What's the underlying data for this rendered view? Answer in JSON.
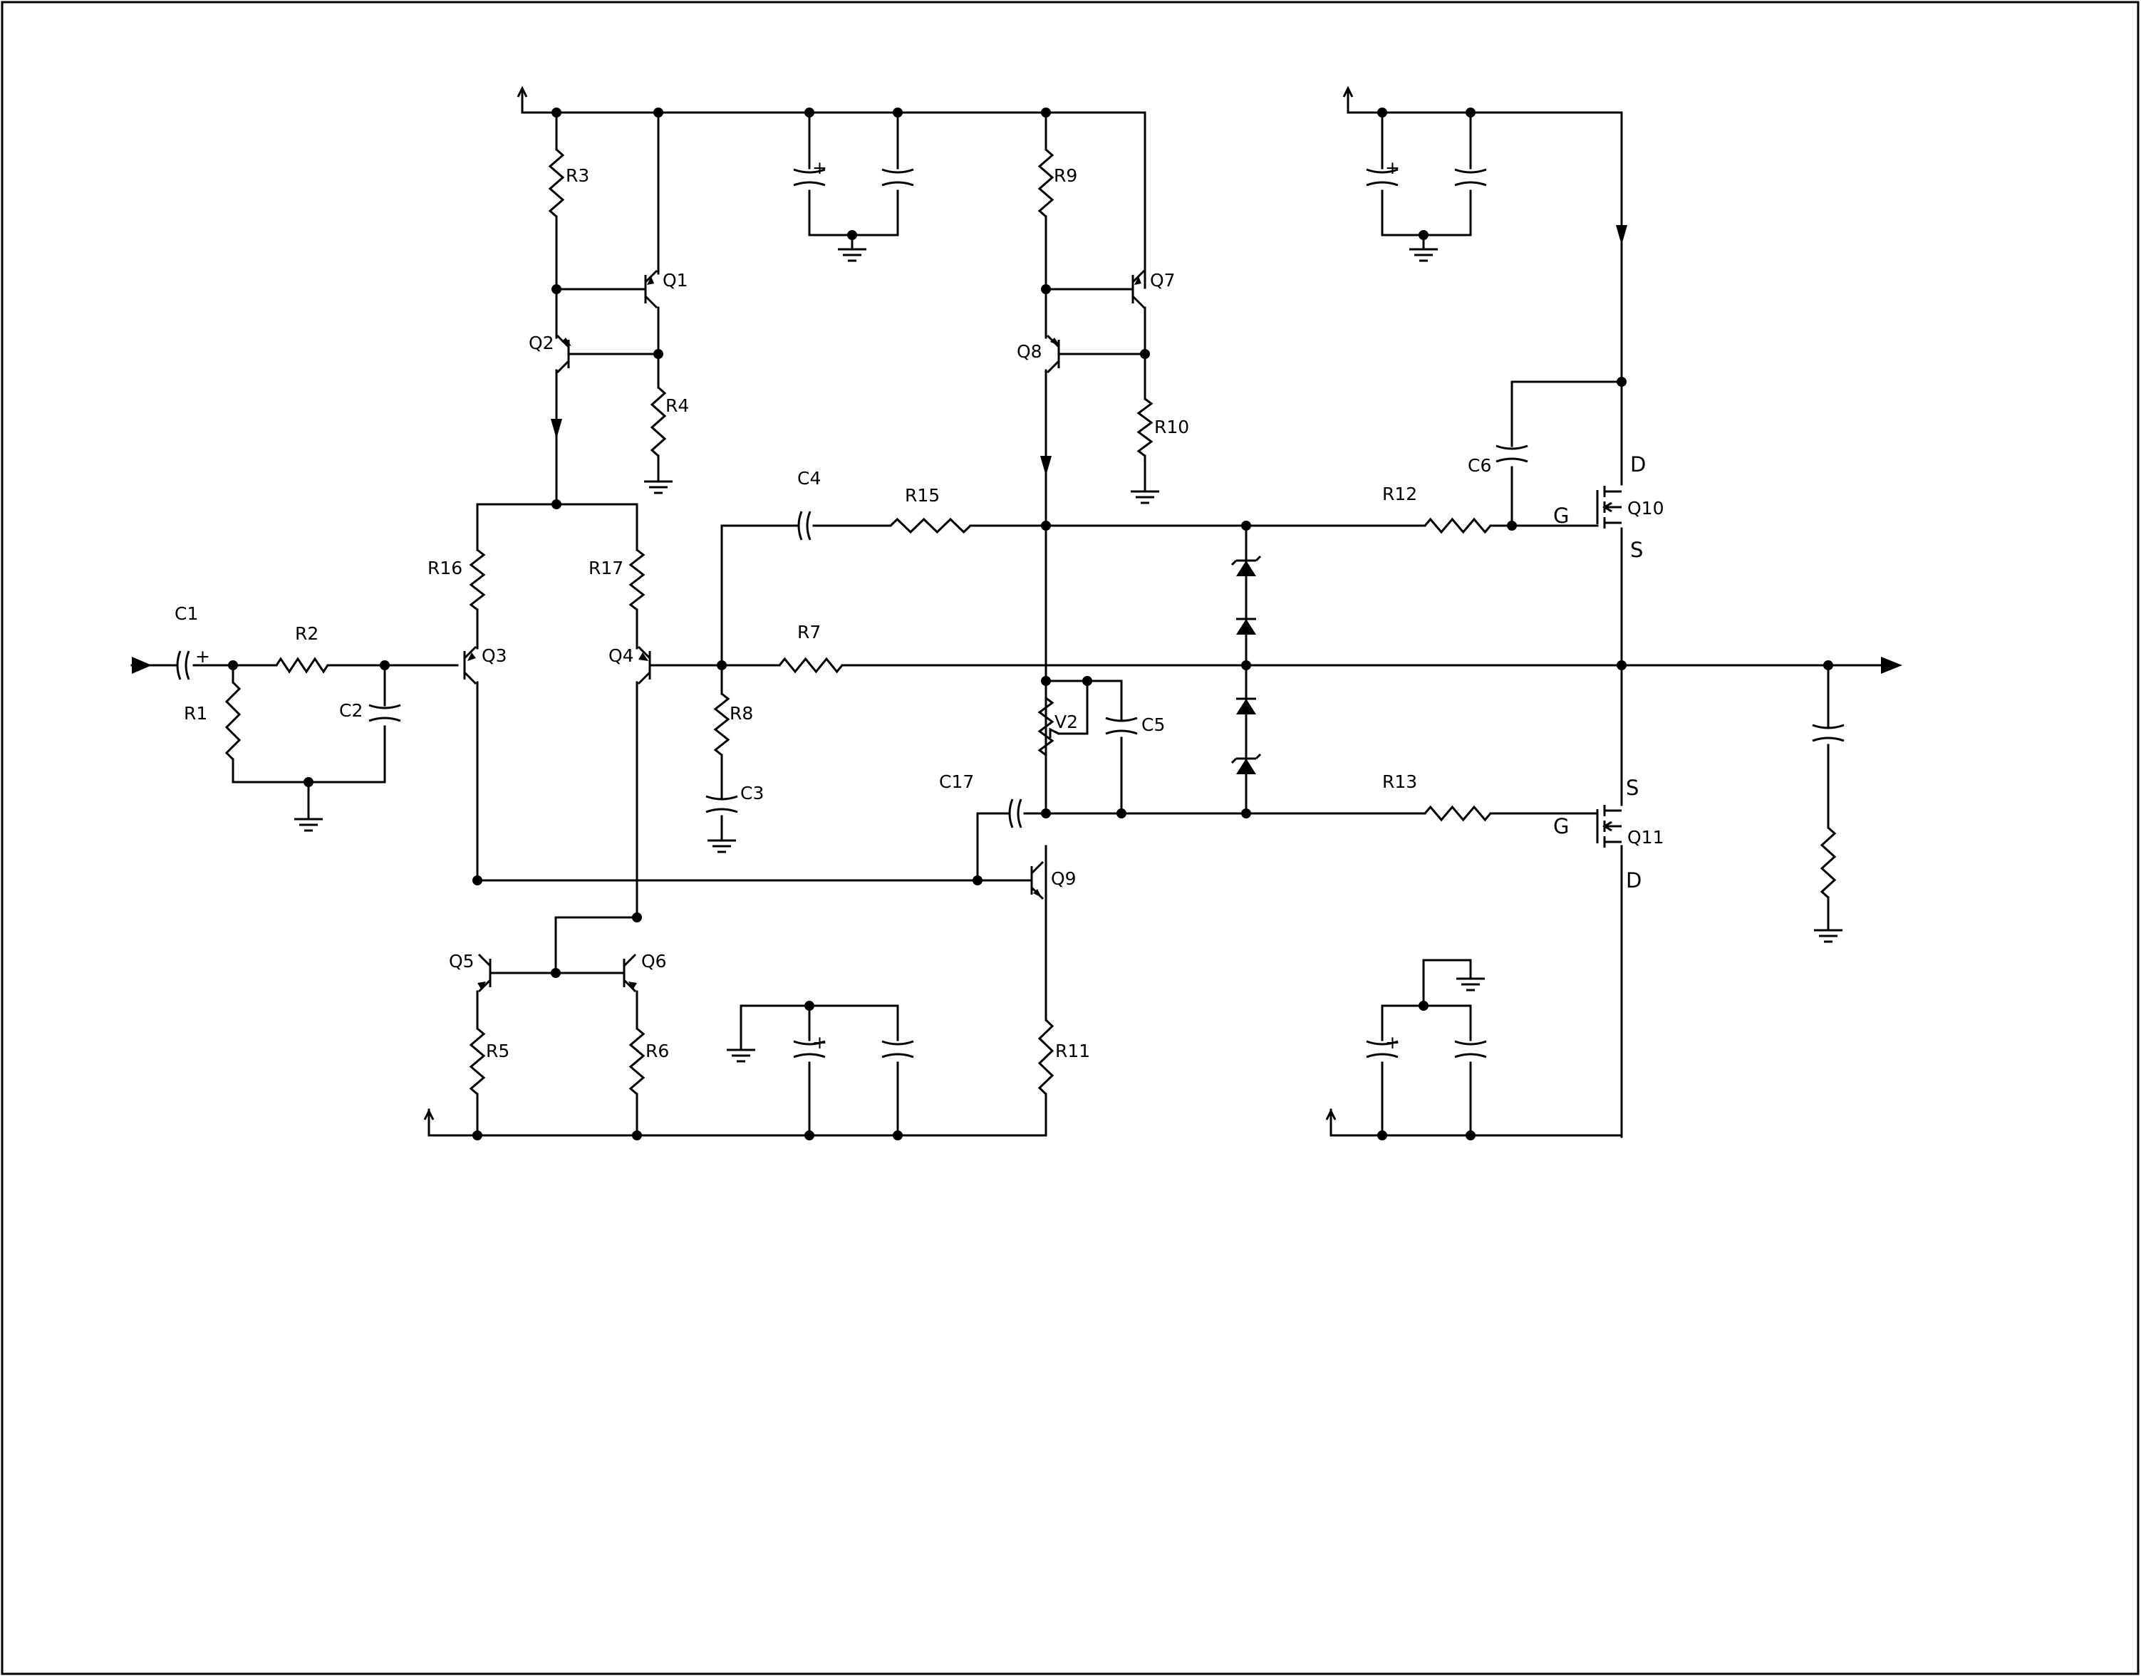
{
  "colors": {
    "line": "#000000",
    "background": "#ffffff"
  },
  "labels": {
    "C1": "C1",
    "R1": "R1",
    "R2": "R2",
    "C2": "C2",
    "C3": "C3",
    "C4": "C4",
    "C5": "C5",
    "C6": "C6",
    "C17": "C17",
    "R3": "R3",
    "R4": "R4",
    "R5": "R5",
    "R6": "R6",
    "R7": "R7",
    "R8": "R8",
    "R9": "R9",
    "R10": "R10",
    "R11": "R11",
    "R12": "R12",
    "R13": "R13",
    "R15": "R15",
    "R16": "R16",
    "R17": "R17",
    "V2": "V2",
    "Q1": "Q1",
    "Q2": "Q2",
    "Q3": "Q3",
    "Q4": "Q4",
    "Q5": "Q5",
    "Q6": "Q6",
    "Q7": "Q7",
    "Q8": "Q8",
    "Q9": "Q9",
    "Q10": "Q10",
    "Q11": "Q11"
  },
  "pins": {
    "q10_d": "D",
    "q10_g": "G",
    "q10_s": "S",
    "q11_s": "S",
    "q11_g": "G",
    "q11_d": "D"
  },
  "polarity": {
    "plus": "+"
  }
}
